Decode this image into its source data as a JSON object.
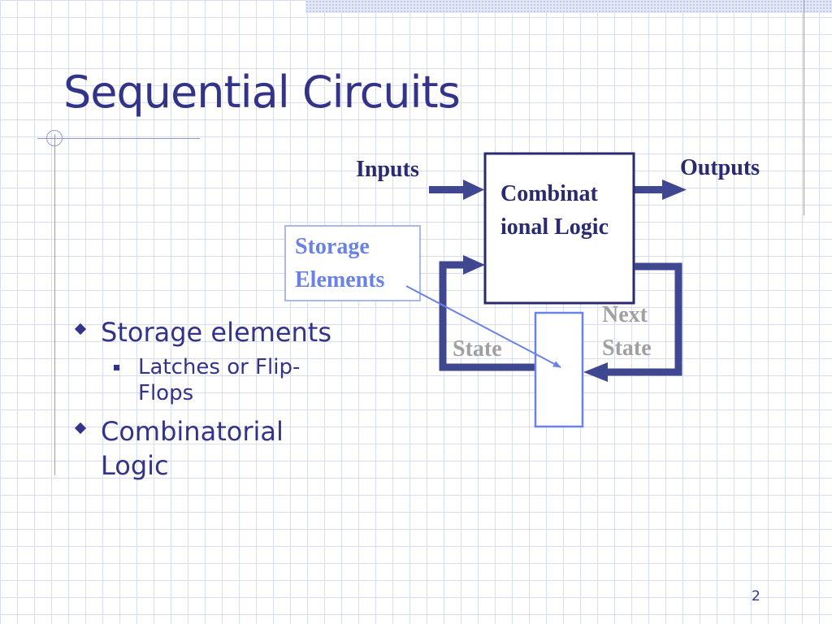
{
  "slide": {
    "title": "Sequential Circuits",
    "page_number": "2"
  },
  "bullets": [
    {
      "text": "Storage elements",
      "sub": [
        "Latches or Flip-Flops"
      ]
    },
    {
      "text": "Combinatorial Logic",
      "sub": []
    }
  ],
  "diagram": {
    "inputs_label": "Inputs",
    "outputs_label": "Outputs",
    "logic_label": "Combinat ional Logic",
    "storage_label": "Storage Elements",
    "state_label": "State",
    "next_state_label": "Next State",
    "colors": {
      "navy": "#2a2a6e",
      "feedback_path": "#3e4790",
      "storage_blue": "#6a82e6",
      "state_gray": "#a0a0a0"
    }
  }
}
